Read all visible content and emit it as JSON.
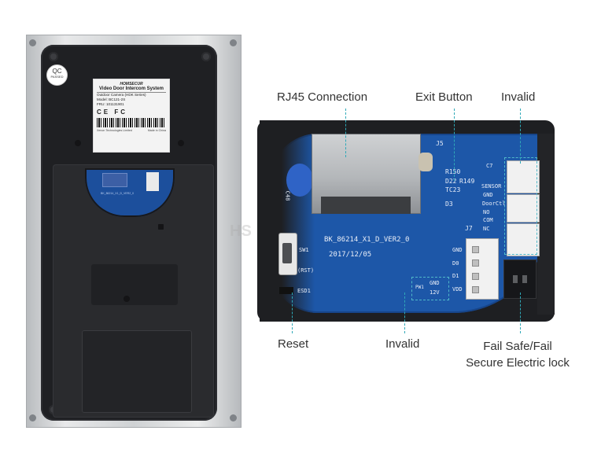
{
  "device": {
    "qc_badge": {
      "text": "QC",
      "sub": "PASSED"
    },
    "label": {
      "brand": "HOMSECUR",
      "product": "Video Door Intercom System",
      "lines": [
        "Outdoor Camera (HDK Series)",
        "Model: BC121-2S",
        "FRU: 101131901"
      ],
      "marks": "CE  FC",
      "footer_left": "Xenon Technologies Limited",
      "footer_right": "Made in China"
    },
    "window_text": "BK_86214_X1_D_VER2_0"
  },
  "pcb": {
    "silkscreen": {
      "board_id": "BK_86214_X1_D_VER2_0",
      "date": "2017/12/05",
      "j5": "J5",
      "j7": "J7",
      "c48": "C48",
      "r150": "R150",
      "d22": "D22",
      "r149": "R149",
      "tc23": "TC23",
      "d3": "D3",
      "c7": "C7",
      "sw1": "SW1",
      "rst": "(RST)",
      "esd1": "ESD1",
      "pw1": "PW1",
      "gnd_12v": [
        "GND",
        "12V"
      ],
      "j7_pins": [
        "GND",
        "D0",
        "D1",
        "VDD"
      ],
      "right_pins": [
        "SENSOR",
        "GND",
        "DoorCtl",
        "NO",
        "COM",
        "NC"
      ]
    }
  },
  "callouts": {
    "rj45": "RJ45 Connection",
    "exit_button": "Exit Button",
    "invalid_top": "Invalid",
    "reset": "Reset",
    "invalid_bottom": "Invalid",
    "lock_line1": "Fail Safe/Fail",
    "lock_line2": "Secure Electric lock"
  },
  "colors": {
    "pcb": "#1d57a8",
    "leader_lines": "#2fa9b8",
    "device_body": "#1f2023",
    "faceplate": "#d6d8da"
  }
}
